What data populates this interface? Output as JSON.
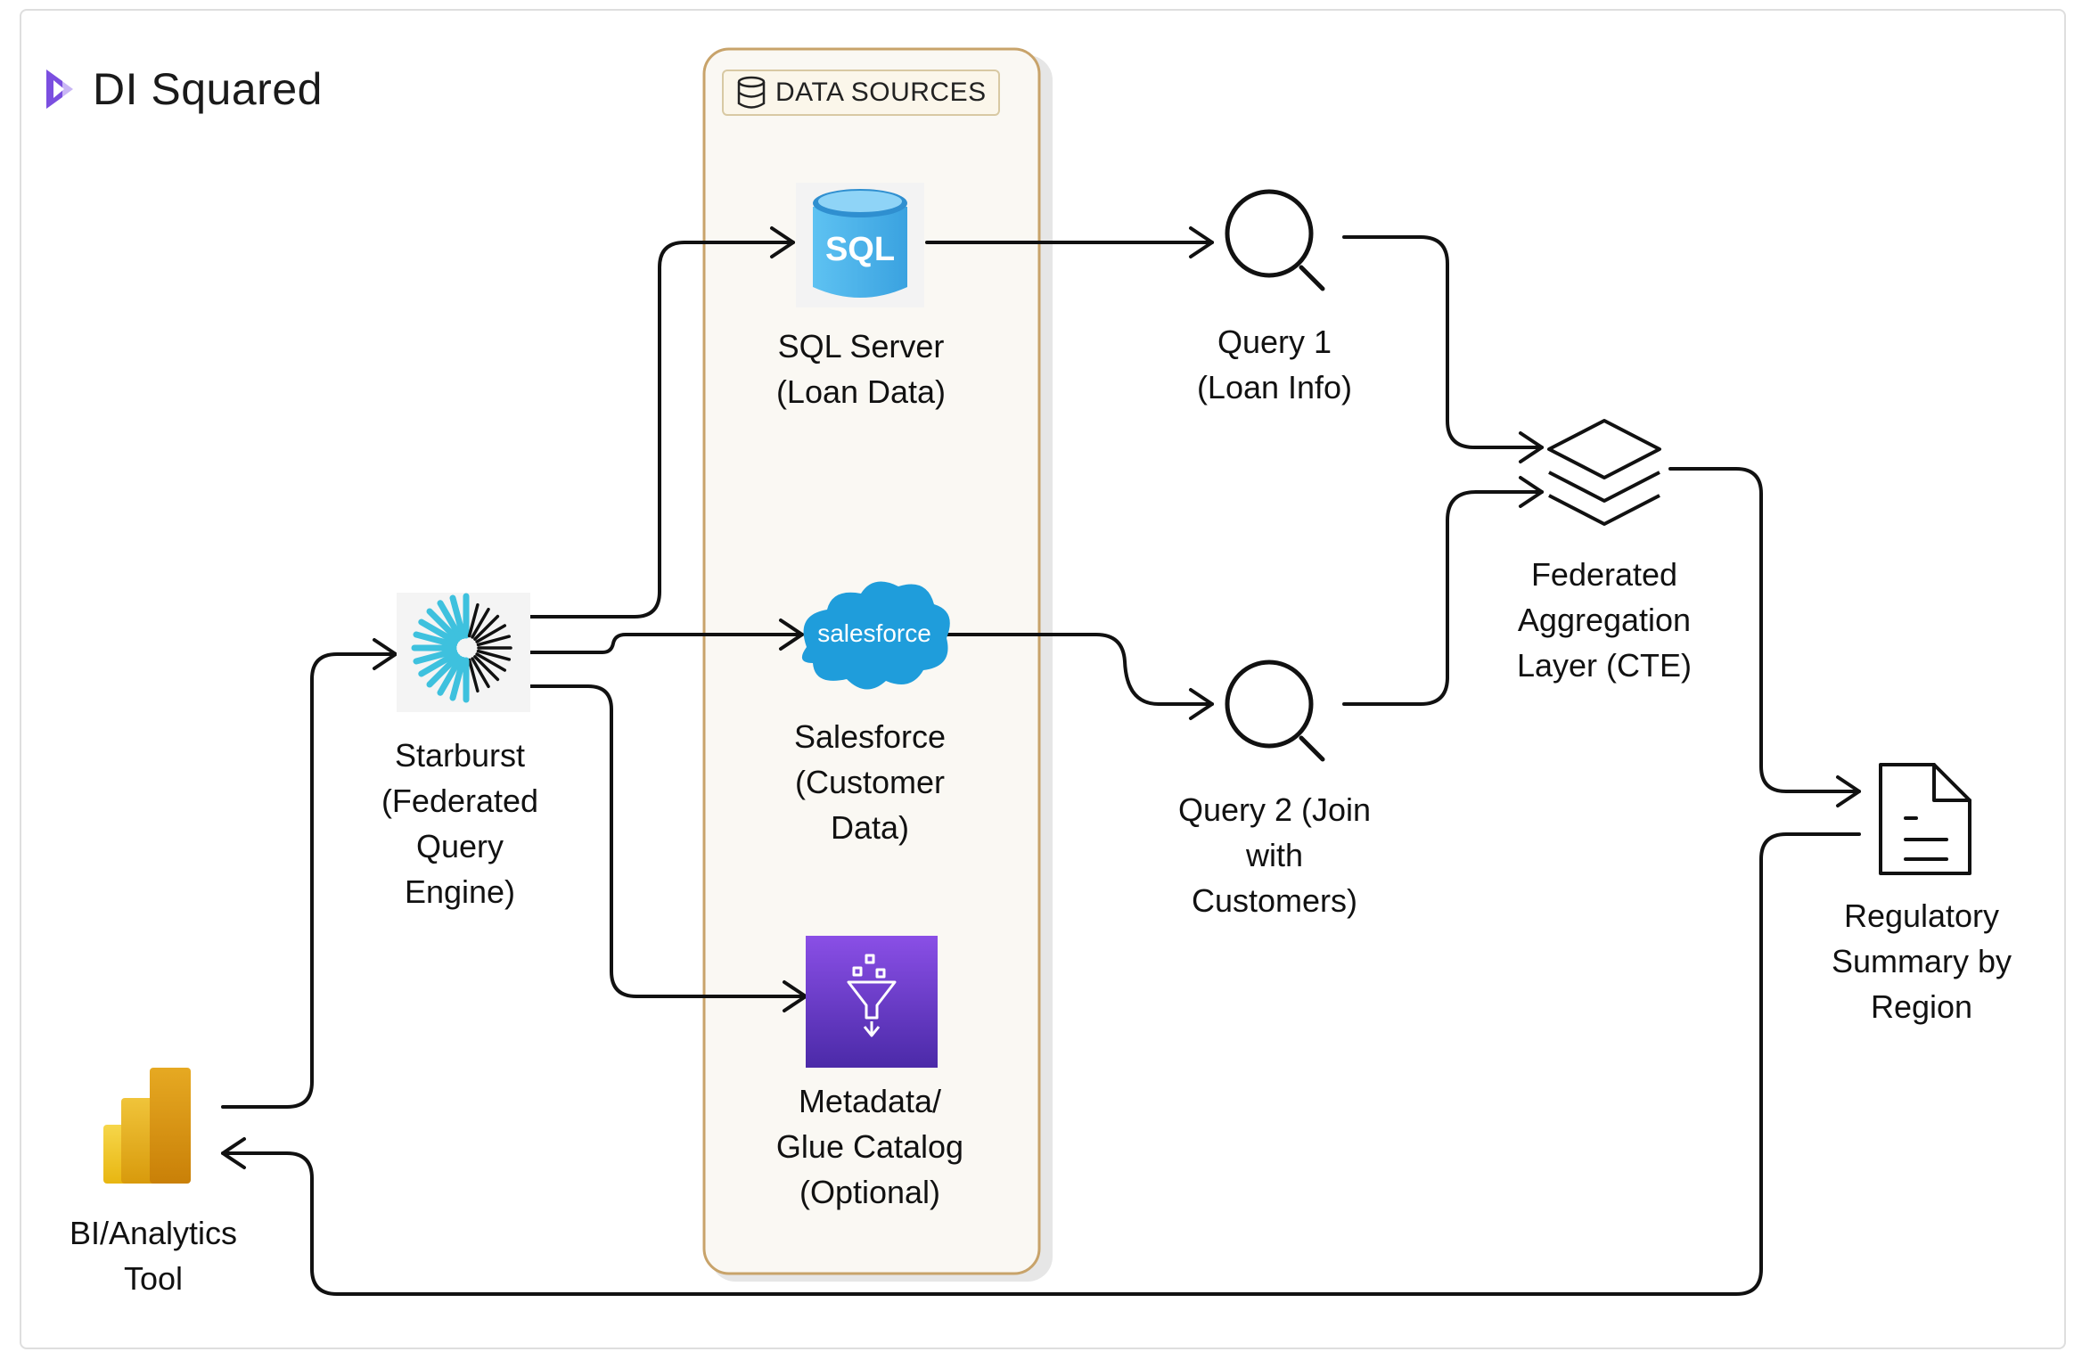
{
  "brand": {
    "name": "DI Squared",
    "logo_color": "#7b4fe0"
  },
  "data_sources": {
    "title": "DATA SOURCES",
    "border_color": "#c8a36a",
    "fill_color": "#faf8f3"
  },
  "nodes": {
    "bi_tool": {
      "line1": "BI/Analytics",
      "line2": "Tool"
    },
    "starburst": {
      "line1": "Starburst",
      "line2": "(Federated",
      "line3": "Query",
      "line4": "Engine)"
    },
    "sql_server": {
      "line1": "SQL Server",
      "line2": "(Loan Data)",
      "icon_text": "SQL"
    },
    "salesforce": {
      "line1": "Salesforce",
      "line2": "(Customer",
      "line3": "Data)",
      "icon_text": "salesforce"
    },
    "glue": {
      "line1": "Metadata/",
      "line2": "Glue Catalog",
      "line3": "(Optional)"
    },
    "query1": {
      "line1": "Query 1",
      "line2": "(Loan Info)"
    },
    "query2": {
      "line1": "Query 2 (Join",
      "line2": "with",
      "line3": "Customers)"
    },
    "aggregation": {
      "line1": "Federated",
      "line2": "Aggregation",
      "line3": "Layer (CTE)"
    },
    "report": {
      "line1": "Regulatory",
      "line2": "Summary by",
      "line3": "Region"
    }
  },
  "colors": {
    "sql_blue": "#4db3ec",
    "salesforce_blue": "#1f9ddb",
    "glue_purple": "#6a3ccf",
    "starburst_cyan": "#3ec1de",
    "powerbi_yellow": "#f2c811",
    "line": "#111111"
  }
}
